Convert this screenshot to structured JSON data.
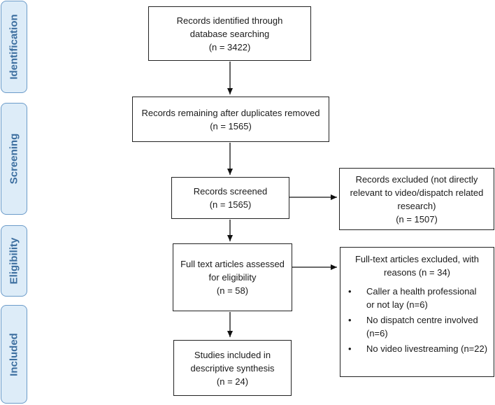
{
  "phases": {
    "identification": "Identification",
    "screening": "Screening",
    "eligibility": "Eligibility",
    "included": "Included"
  },
  "boxes": {
    "identified": {
      "line1": "Records identified through",
      "line2": "database searching",
      "line3": "(n = 3422)"
    },
    "remaining": {
      "line1": "Records remaining after duplicates removed",
      "line2": "(n = 1565)"
    },
    "screened": {
      "line1": "Records screened",
      "line2": "(n = 1565)"
    },
    "excluded_records": {
      "line1": "Records excluded (not directly",
      "line2": "relevant to video/dispatch related",
      "line3": "research)",
      "line4": "(n = 1507)"
    },
    "assessed": {
      "line1": "Full text articles assessed",
      "line2": "for eligibility",
      "line3": "(n = 58)"
    },
    "excluded_fulltext": {
      "line1": "Full-text articles excluded, with",
      "line2": "reasons (n = 34)",
      "reasons": [
        {
          "bullet": "•",
          "line1": "Caller a health professional",
          "line2": "or not lay (n=6)"
        },
        {
          "bullet": "•",
          "line1": "No dispatch centre involved",
          "line2": "(n=6)"
        },
        {
          "bullet": "•",
          "line1": "No video livestreaming (n=22)",
          "line2": ""
        }
      ]
    },
    "included": {
      "line1": "Studies included in",
      "line2": "descriptive synthesis",
      "line3": "(n = 24)"
    }
  }
}
